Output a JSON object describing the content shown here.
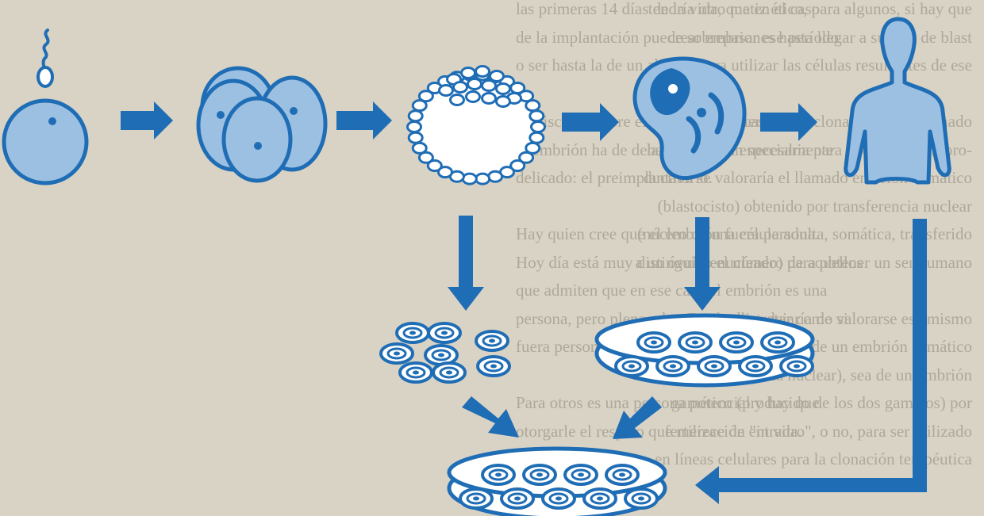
{
  "background_text": {
    "left_column": [
      "tendría otro matiz ético, para algunos, si hay que",
      "crear embriones hasta llegar a su fase de blast",
      "para utilizar las células resultantes de ese",
      "",
      "En el caso de la clonación se ha sumado",
      "la fertilización necesaria para la clonación repro-",
      "ductiva se valoraría el llamado embrión somático",
      "(blastocisto) obtenido por transferencia nuclear",
      "(núcleo de una célula adulta, somática, transferido",
      "a un óvulo enucleado) para obtener un ser humano",
      "",
      "En cambio, dejaría de valorarse ese mismo",
      "embrión o ser desde un embrión somático",
      "(por transferencia nuclear), sea de un embrión",
      "gamético (producido de los dos gametos) por",
      "fertilización \"in vitro\", o no, para ser utilizado",
      "en líneas celulares para la clonación terapéutica"
    ],
    "right_column": [
      "las primeras 14 días de la vida, que en el caso",
      "de la implantación puede sobrepasar ese período",
      "o ser hasta la de un aborto",
      "",
      "El discurso sobre el estatuto que merece",
      "el embrión ha de debatir un tema especialmente",
      "delicado: el preimplantatorio.",
      "",
      "Hay quien cree que el embrión fuera persona.",
      "Hoy día está muy distinguido el número de aquellos",
      "que admiten que en ese caso el embrión es una",
      "persona, pero plena, al que se ha de tratar como si",
      "fuera persona o al menos en caso de la duda.",
      "",
      "Para otros es una persona potencial y hay que",
      "otorgarle el respeto que merece de entrada."
    ]
  },
  "diagram": {
    "stages": [
      {
        "id": "egg-with-sperm",
        "icon": "fertilized-egg-icon"
      },
      {
        "id": "four-cell-embryo",
        "icon": "cell-cluster-icon"
      },
      {
        "id": "blastocyst",
        "icon": "blastocyst-icon"
      },
      {
        "id": "fetus",
        "icon": "fetus-icon"
      },
      {
        "id": "human-adult",
        "icon": "human-silhouette-icon"
      }
    ],
    "colors": {
      "primary": "#1f6db5",
      "light_fill": "#9cc0e2",
      "background": "#d9d3c5"
    }
  }
}
